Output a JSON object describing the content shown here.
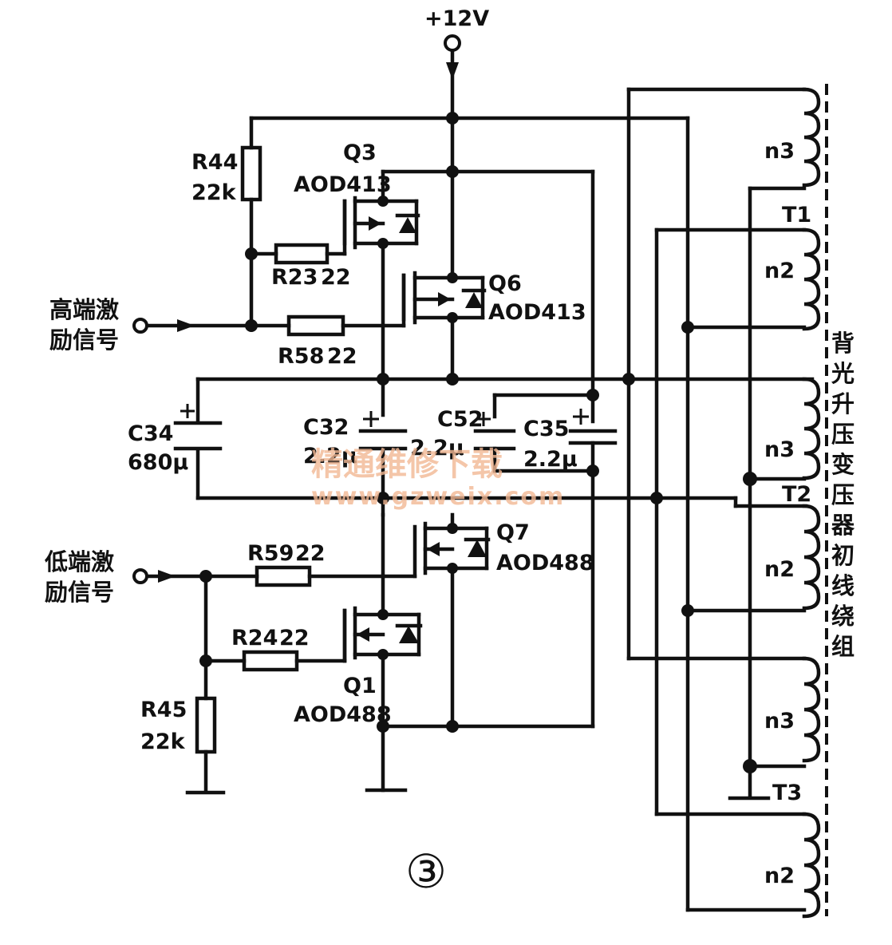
{
  "supply": {
    "label": "+12V"
  },
  "inputs": {
    "high": {
      "line1": "高端激",
      "line2": "励信号"
    },
    "low": {
      "line1": "低端激",
      "line2": "励信号"
    }
  },
  "resistors": {
    "R44": {
      "ref": "R44",
      "value": "22k"
    },
    "R23": {
      "ref": "R23",
      "value": "22"
    },
    "R58": {
      "ref": "R58",
      "value": "22"
    },
    "R59": {
      "ref": "R59",
      "value": "22"
    },
    "R24": {
      "ref": "R24",
      "value": "22"
    },
    "R45": {
      "ref": "R45",
      "value": "22k"
    }
  },
  "transistors": {
    "Q3": {
      "ref": "Q3",
      "part": "AOD413"
    },
    "Q6": {
      "ref": "Q6",
      "part": "AOD413"
    },
    "Q7": {
      "ref": "Q7",
      "part": "AOD488"
    },
    "Q1": {
      "ref": "Q1",
      "part": "AOD488"
    }
  },
  "capacitors": {
    "C34": {
      "ref": "C34",
      "value": "680μ"
    },
    "C32": {
      "ref": "C32",
      "value": "2.2μ"
    },
    "C52": {
      "ref": "C52",
      "value": "2.2μ"
    },
    "C35": {
      "ref": "C35",
      "value": "2.2μ"
    }
  },
  "transformers": {
    "T1": {
      "ref": "T1",
      "secondary": "n3",
      "primary": "n2"
    },
    "T2": {
      "ref": "T2",
      "secondary": "n3",
      "primary": "n2"
    },
    "T3": {
      "ref": "T3",
      "secondary": "n3",
      "primary": "n2"
    }
  },
  "side_label": [
    "背",
    "光",
    "升",
    "压",
    "变",
    "压",
    "器",
    "初",
    "线",
    "绕",
    "组"
  ],
  "figure_number": "③",
  "watermark": {
    "text": "精通维修下载",
    "url": "www.gzweix.com"
  },
  "colors": {
    "ink": "#111111",
    "watermark": "#f2b894"
  }
}
